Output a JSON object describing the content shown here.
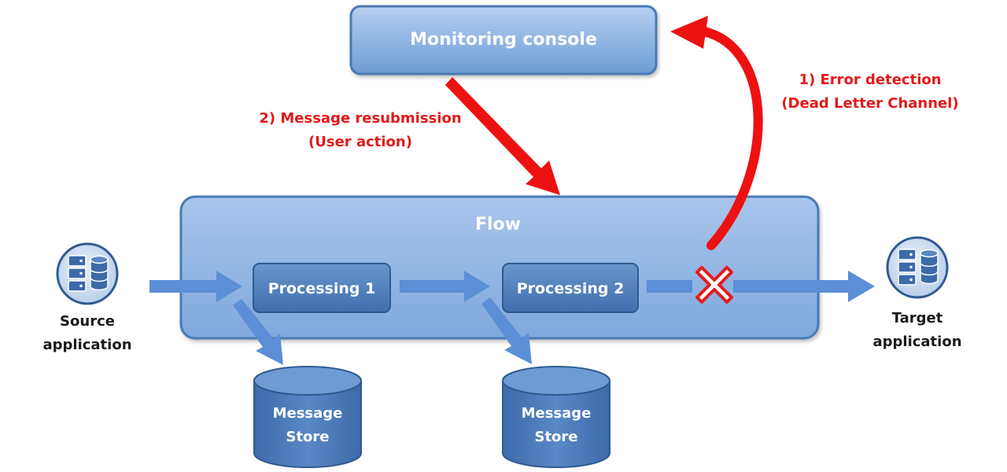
{
  "nodes": {
    "monitoring_console": "Monitoring console",
    "flow": "Flow",
    "processing_1": "Processing 1",
    "processing_2": "Processing 2",
    "store_1": {
      "line1": "Message",
      "line2": "Store"
    },
    "store_2": {
      "line1": "Message",
      "line2": "Store"
    },
    "source": {
      "line1": "Source",
      "line2": "application"
    },
    "target": {
      "line1": "Target",
      "line2": "application"
    }
  },
  "annotations": {
    "error_detection": {
      "line1": "1) Error detection",
      "line2": "(Dead Letter Channel)"
    },
    "resubmission": {
      "line1": "2) Message resubmission",
      "line2": "(User action)"
    }
  },
  "icons": {
    "source": "server-database-icon",
    "target": "server-database-icon",
    "error": "error-x-icon"
  },
  "colors": {
    "box_fill": "#8db3e2",
    "box_stroke": "#4a7ab5",
    "process_fill": "#4f81bd",
    "arrow_blue": "#5b8fd6",
    "arrow_red": "#ee1111",
    "annotation_red": "#e21a1a"
  }
}
